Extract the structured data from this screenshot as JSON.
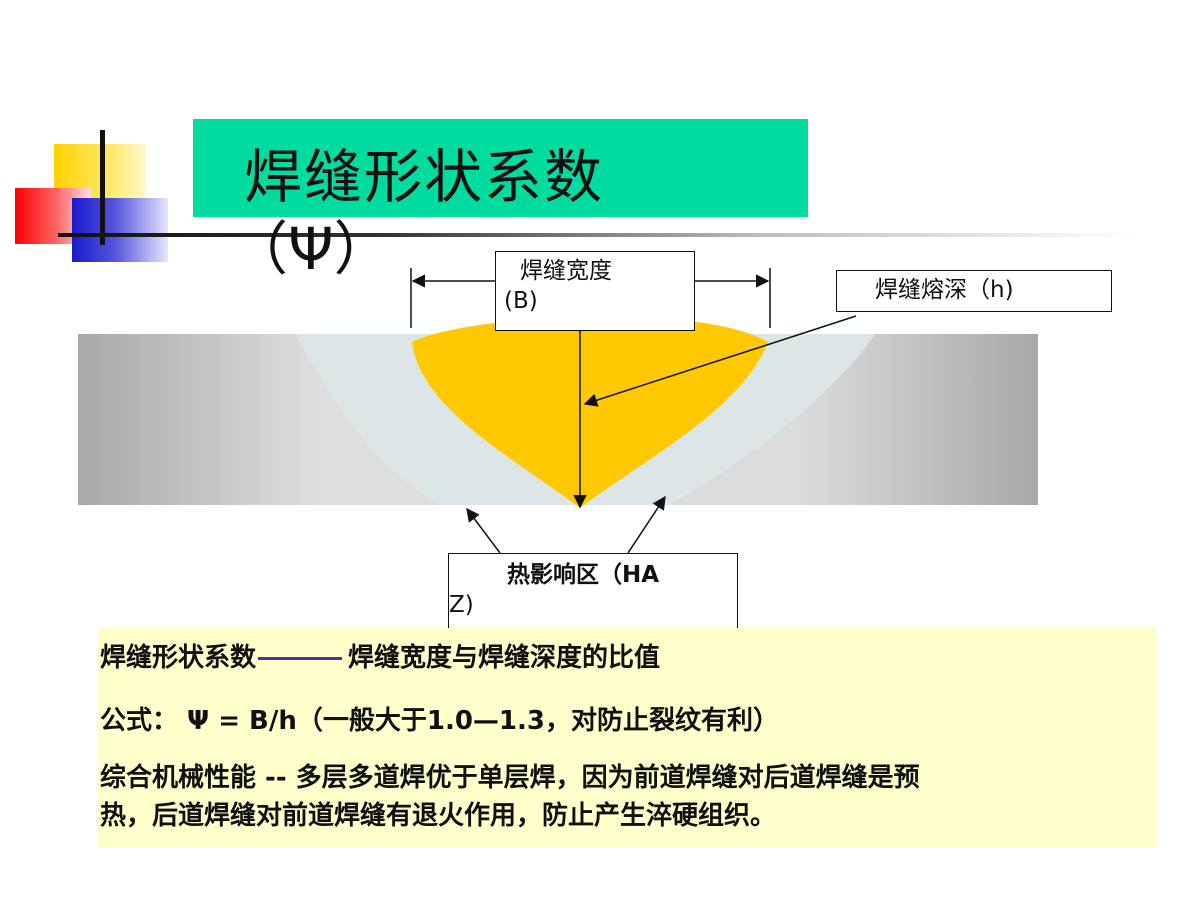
{
  "title": {
    "main": "焊缝形状系数",
    "psi": "（Ψ）"
  },
  "diagram": {
    "weld_width_line1": "焊缝宽度",
    "weld_width_line2": "(B)",
    "weld_depth": "焊缝熔深（h)",
    "haz_line1": "热影响区（HA",
    "haz_line2": "Z)"
  },
  "panel": {
    "definition_term": "焊缝形状系数",
    "definition_text": "焊缝宽度与焊缝深度的比值",
    "formula": "公式：  Ψ = B/h（一般大于1.0—1.3，对防止裂纹有利）",
    "mechanical_line1": "综合机械性能 -- 多层多道焊优于单层焊，因为前道焊缝对后道焊缝是预",
    "mechanical_line2": "热，后道焊缝对前道焊缝有退火作用，防止产生淬硬组织。"
  },
  "colors": {
    "title_background": "#00dba0",
    "weld_fill": "#ffc800",
    "haz_fill": "#dde6e6",
    "panel_background": "#ffffcc"
  }
}
